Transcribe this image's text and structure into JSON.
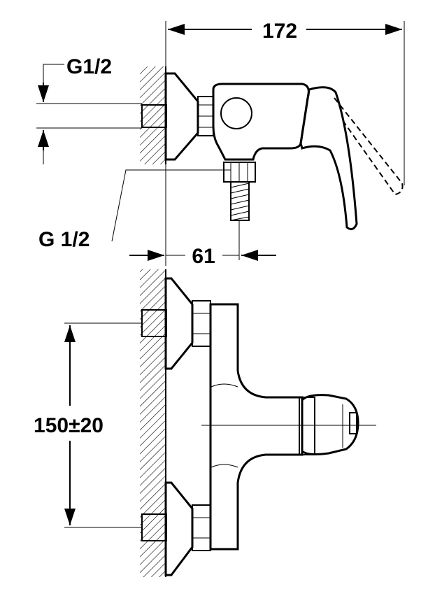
{
  "diagram": {
    "labels": {
      "total_depth": "172",
      "inlet_thread": "G1/2",
      "outlet_thread": "G 1/2",
      "outlet_offset": "61",
      "inlet_spacing": "150±20"
    },
    "colors": {
      "line": "#000000",
      "background": "#ffffff"
    }
  }
}
